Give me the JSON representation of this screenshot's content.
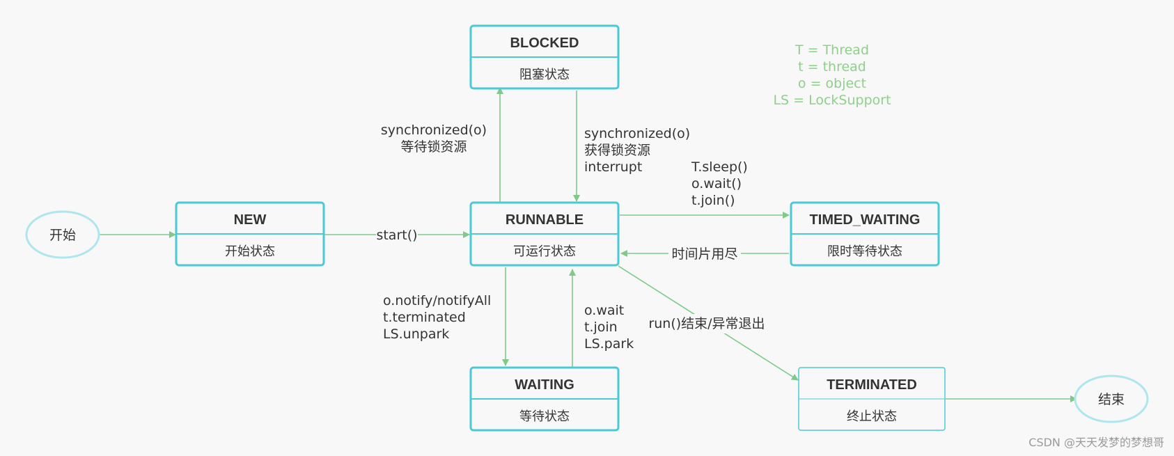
{
  "colors": {
    "box_border": "#4cc9d6",
    "ellipse_border": "#aee6ee",
    "arrow": "#7fc98a",
    "legend": "#8ed08b",
    "text": "#333333",
    "background": "#f8f8f8"
  },
  "start_node": {
    "label": "开始"
  },
  "end_node": {
    "label": "结束"
  },
  "states": {
    "new": {
      "title": "NEW",
      "subtitle": "开始状态"
    },
    "runnable": {
      "title": "RUNNABLE",
      "subtitle": "可运行状态"
    },
    "blocked": {
      "title": "BLOCKED",
      "subtitle": "阻塞状态"
    },
    "waiting": {
      "title": "WAITING",
      "subtitle": "等待状态"
    },
    "timed_waiting": {
      "title": "TIMED_WAITING",
      "subtitle": "限时等待状态"
    },
    "terminated": {
      "title": "TERMINATED",
      "subtitle": "终止状态"
    }
  },
  "edges": {
    "start_to_new": {
      "lines": []
    },
    "new_to_runnable": {
      "lines": [
        "start()"
      ]
    },
    "runnable_to_blocked": {
      "lines": [
        "synchronized(o)",
        "等待锁资源"
      ]
    },
    "blocked_to_runnable": {
      "lines": [
        "synchronized(o)",
        "获得锁资源",
        "interrupt"
      ]
    },
    "runnable_to_timed": {
      "lines": [
        "T.sleep()",
        "o.wait()",
        "t.join()"
      ]
    },
    "timed_to_runnable": {
      "lines": [
        "时间片用尽"
      ]
    },
    "runnable_to_waiting": {
      "lines": [
        "o.notify/notifyAll",
        "t.terminated",
        "LS.unpark"
      ]
    },
    "waiting_to_runnable": {
      "lines": [
        "o.wait",
        "t.join",
        "LS.park"
      ]
    },
    "runnable_to_terminated": {
      "lines": [
        "run()结束/异常退出"
      ]
    },
    "terminated_to_end": {
      "lines": []
    }
  },
  "legend": {
    "lines": [
      "T = Thread",
      "t = thread",
      "o = object",
      "LS = LockSupport"
    ]
  },
  "watermark": "CSDN @天天发梦的梦想哥"
}
